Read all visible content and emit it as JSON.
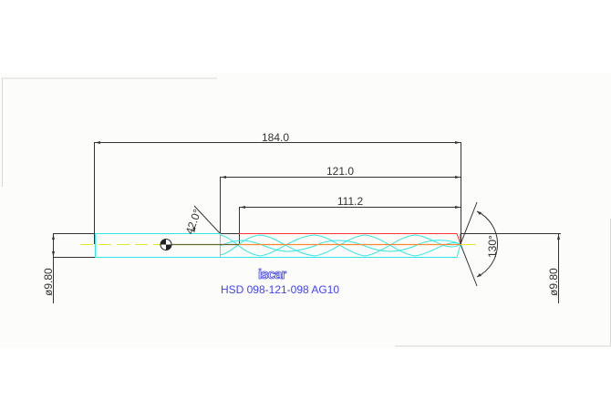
{
  "drawing": {
    "dimensions": {
      "overall_length": "184.0",
      "flute_length": "121.0",
      "cutting_length": "111.2",
      "shank_angle": "42.0°",
      "point_angle": "130°",
      "diameter_left": "ø9.80",
      "diameter_right": "ø9.80"
    },
    "logo_text": "iscar",
    "designation": "HSD 098-121-098 AG10"
  },
  "colors": {
    "dimension": "#333333",
    "body_outline": "#33e6e6",
    "flute_edge": "#ff3333",
    "axis_flute": "#ff8833",
    "center_line": "#e6e633",
    "designation_text": "#4444ee",
    "frame": "#d8d8d8",
    "paper": "#fcfdfa"
  }
}
